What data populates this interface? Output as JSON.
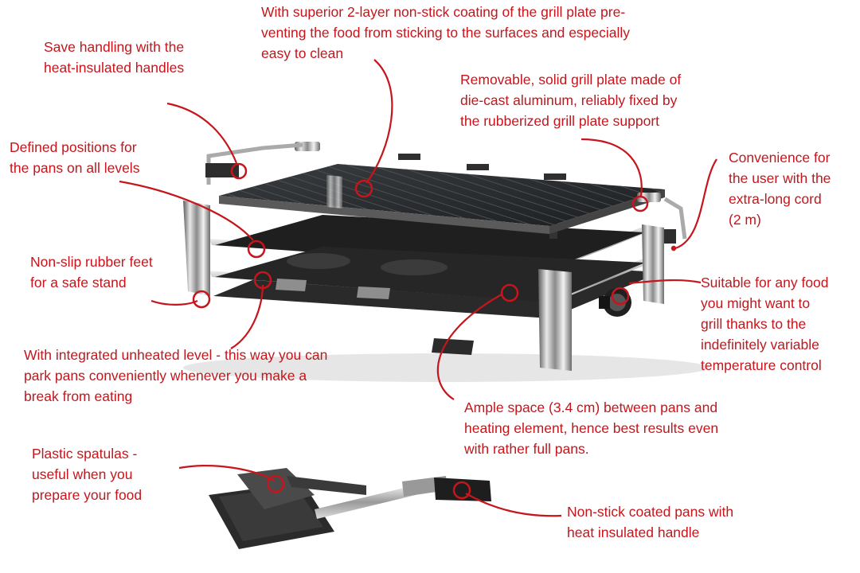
{
  "accent_color": "#c4161c",
  "annotations": {
    "coating": "With superior 2-layer non-stick coating of the grill plate pre-\nventing the food from sticking to the surfaces and especially\neasy to clean",
    "handles": "Save handling with the\nheat-insulated handles",
    "plate": "Removable, solid grill plate made of\ndie-cast aluminum, reliably fixed by\nthe rubberized grill plate support",
    "positions": "Defined positions for\nthe pans on all levels",
    "cord": "Convenience for\nthe user with the\nextra-long cord\n(2 m)",
    "feet": "Non-slip rubber feet\nfor a safe stand",
    "temperature": "Suitable for any food\nyou might want to\ngrill thanks to the\nindefinitely variable\ntemperature control",
    "level": "With integrated unheated level - this way you can\npark pans conveniently whenever you make a\nbreak from eating",
    "space": "Ample space (3.4 cm) between pans and\nheating element, hence best results even\nwith rather full pans.",
    "spatulas": "Plastic spatulas -\nuseful when you\nprepare your food",
    "pans": "Non-stick coated pans with\nheat insulated handle"
  }
}
